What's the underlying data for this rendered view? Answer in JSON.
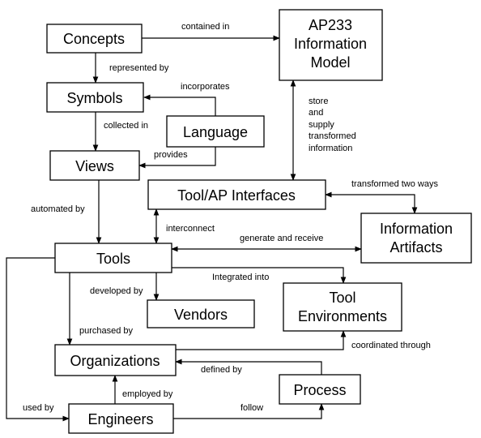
{
  "nodes": {
    "concepts": {
      "label": "Concepts"
    },
    "ap233": {
      "line1": "AP233",
      "line2": "Information",
      "line3": "Model"
    },
    "symbols": {
      "label": "Symbols"
    },
    "language": {
      "label": "Language"
    },
    "views": {
      "label": "Views"
    },
    "tool_ap_interfaces": {
      "label": "Tool/AP Interfaces"
    },
    "information_artifacts": {
      "line1": "Information",
      "line2": "Artifacts"
    },
    "tools": {
      "label": "Tools"
    },
    "vendors": {
      "label": "Vendors"
    },
    "tool_environments": {
      "line1": "Tool",
      "line2": "Environments"
    },
    "organizations": {
      "label": "Organizations"
    },
    "process": {
      "label": "Process"
    },
    "engineers": {
      "label": "Engineers"
    }
  },
  "edges": {
    "contained_in": "contained in",
    "represented_by": "represented by",
    "incorporates": "incorporates",
    "store_supply": {
      "line1": "store",
      "line2": "and",
      "line3": "supply",
      "line4": "transformed",
      "line5": "information"
    },
    "collected_in": "collected in",
    "provides": "provides",
    "transformed_two_ways": "transformed two ways",
    "automated_by": "automated by",
    "interconnect": "interconnect",
    "generate_and_receive": "generate and receive",
    "integrated_into": "Integrated into",
    "developed_by": "developed by",
    "purchased_by": "purchased by",
    "coordinated_through": "coordinated through",
    "defined_by": "defined by",
    "employed_by": "employed by",
    "used_by": "used by",
    "follow": "follow"
  }
}
